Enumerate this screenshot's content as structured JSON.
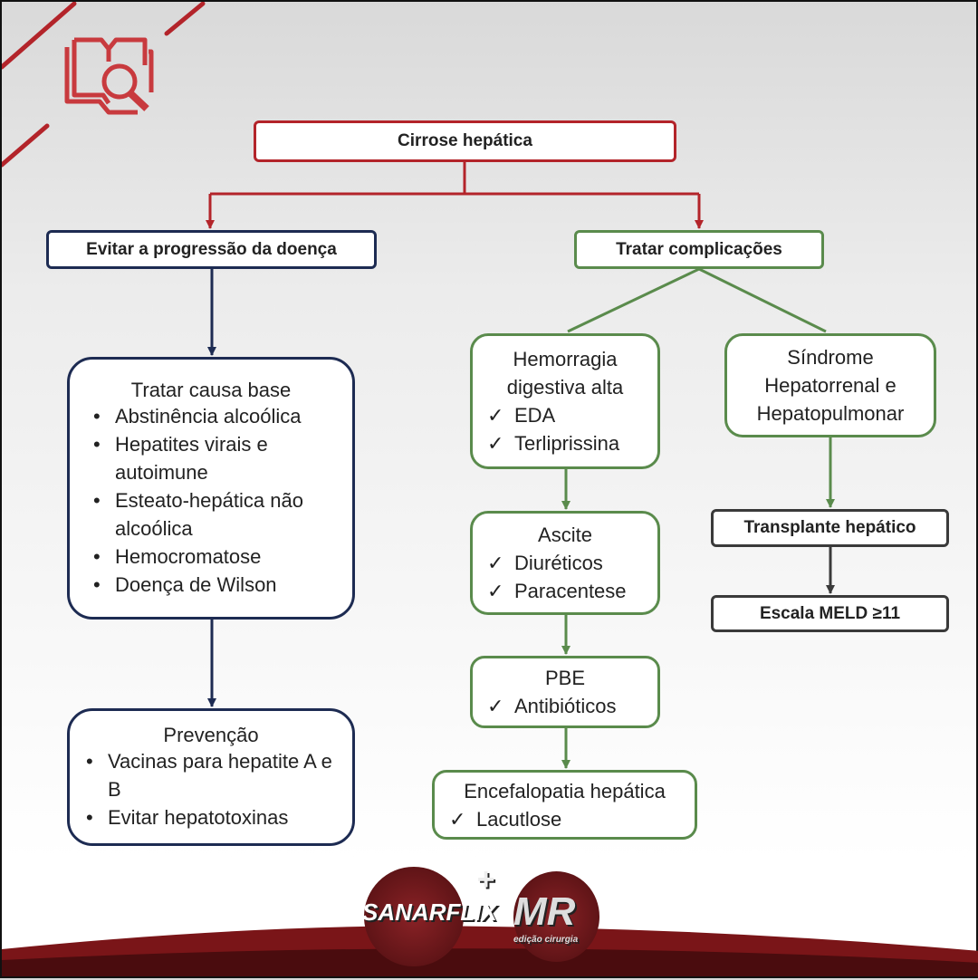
{
  "root": "Cirrose hepática",
  "left": {
    "header": "Evitar a progressão da doença",
    "box1": {
      "title": "Tratar causa base",
      "items": [
        "Abstinência alcoólica",
        "Hepatites virais e autoimune",
        "Esteato-hepática não alcoólica",
        "Hemocromatose",
        "Doença de Wilson"
      ]
    },
    "box2": {
      "title": "Prevenção",
      "items": [
        "Vacinas para hepatite A e B",
        "Evitar hepatotoxinas"
      ]
    }
  },
  "right": {
    "header": "Tratar complicações",
    "hemorragia": {
      "title": "Hemorragia digestiva alta",
      "items": [
        "EDA",
        "Terliprissina"
      ]
    },
    "ascite": {
      "title": "Ascite",
      "items": [
        "Diuréticos",
        "Paracentese"
      ]
    },
    "pbe": {
      "title": "PBE",
      "items": [
        "Antibióticos"
      ]
    },
    "encefalopatia": {
      "title": "Encefalopatia hepática",
      "items": [
        "Lacutlose"
      ]
    },
    "sindrome": {
      "title": "Síndrome Hepatorrenal e Hepatopulmonar"
    },
    "transplante": "Transplante hepático",
    "meld": "Escala MELD ≥11"
  },
  "footer": {
    "logo1": "SANARFLIX",
    "plus": "+",
    "logo2": "MR",
    "logo2_sub": "edição cirurgia"
  },
  "colors": {
    "red": "#b3242a",
    "navy": "#1d2b52",
    "green": "#5a8b4c",
    "gray": "#3a3a3a"
  }
}
